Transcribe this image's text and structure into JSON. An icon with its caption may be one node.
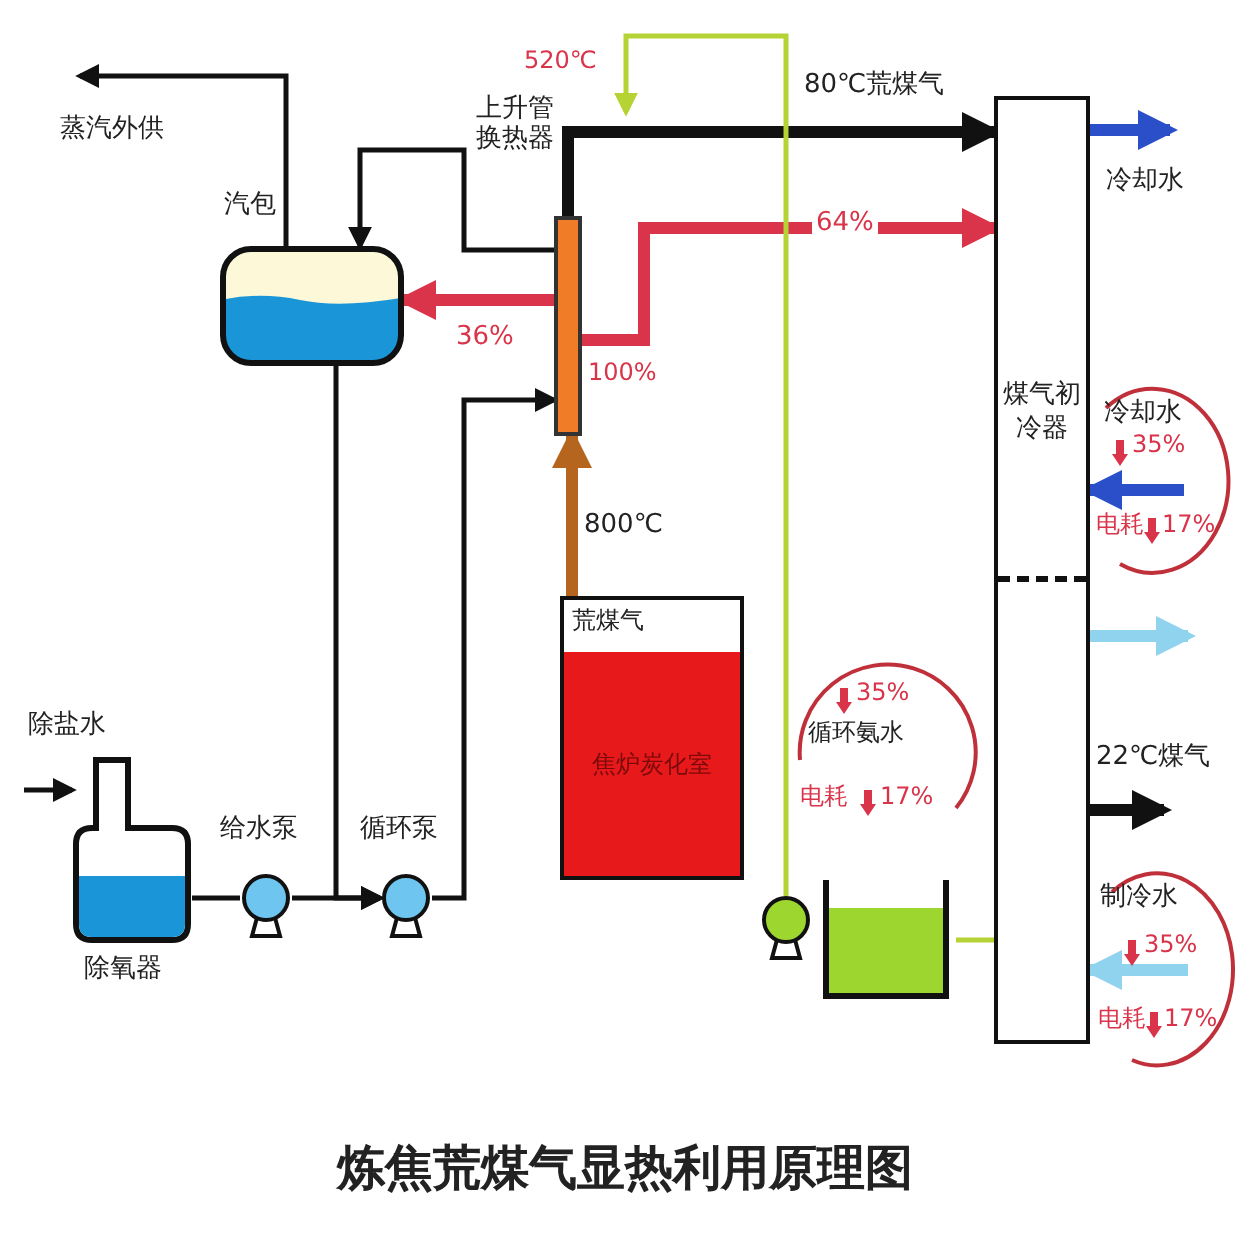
{
  "diagram": {
    "title": "炼焦荒煤气显热利用原理图",
    "nodes": [
      {
        "text": [],
        "shape": "cylinder",
        "beside": [
          "汽包"
        ]
      },
      {
        "text": [],
        "shape": "bar",
        "beside": [
          "上升管换热器"
        ]
      },
      {
        "text": [
          "荒煤气",
          "焦炉炭化室"
        ]
      },
      {
        "text": [
          "煤气初冷器"
        ]
      },
      {
        "text": [],
        "shape": "tank",
        "beside": [
          "除氧器"
        ]
      },
      {
        "text": [],
        "shape": "circle",
        "beside": [
          "给水泵"
        ]
      },
      {
        "text": [],
        "shape": "circle",
        "beside": [
          "循环泵"
        ]
      },
      {
        "text": [],
        "shape": "circle"
      },
      {
        "text": [],
        "shape": "box"
      }
    ],
    "edges": [
      {
        "from": 0,
        "to": null,
        "arrow": "to",
        "label": "蒸汽外供"
      },
      {
        "from": 1,
        "to": 0,
        "arrow": "to"
      },
      {
        "from": 0,
        "to": 6,
        "arrow": "to"
      },
      {
        "from": null,
        "to": 4,
        "arrow": "to",
        "label": "除盐水"
      },
      {
        "from": 4,
        "to": 5,
        "arrow": "none"
      },
      {
        "from": 5,
        "to": 6,
        "arrow": "to"
      },
      {
        "from": 6,
        "to": 1,
        "arrow": "to"
      },
      {
        "from": 2,
        "to": 1,
        "arrow": "to",
        "label": "800℃",
        "style": "thick",
        "color": "#b5651d"
      },
      {
        "from": 1,
        "to": 3,
        "arrow": "to",
        "label": "80℃荒煤气",
        "style": "thick"
      },
      {
        "from": 1,
        "to": 3,
        "arrow": "to",
        "label": "64%",
        "style": "thick",
        "color": "#d9344a"
      },
      {
        "from": 1,
        "to": 0,
        "arrow": "to",
        "label": "36%",
        "style": "thick",
        "color": "#d9344a"
      },
      {
        "from": 3,
        "to": null,
        "arrow": "to",
        "label": "冷却水",
        "style": "thick",
        "color": "#2a4fc9"
      },
      {
        "from": null,
        "to": 3,
        "arrow": "to",
        "label": "冷却水",
        "style": "thick",
        "color": "#2a4fc9"
      },
      {
        "from": 3,
        "to": null,
        "arrow": "to",
        "style": "thick",
        "color": "#8fd3ee"
      },
      {
        "from": 3,
        "to": null,
        "arrow": "to",
        "label": "22℃煤气",
        "style": "thick"
      },
      {
        "from": null,
        "to": 3,
        "arrow": "to",
        "label": "制冷水",
        "style": "thick",
        "color": "#8fd3ee"
      },
      {
        "from": 7,
        "to": null,
        "arrow": "to",
        "color": "#b5d334"
      },
      {
        "from": 8,
        "to": 3,
        "arrow": "none",
        "color": "#b5d334"
      }
    ],
    "labels": [
      "520℃",
      "100%",
      "35%",
      "电耗",
      "17%",
      "35%",
      "循环氨水",
      "电耗",
      "17%",
      "35%",
      "电耗",
      "17%"
    ]
  }
}
